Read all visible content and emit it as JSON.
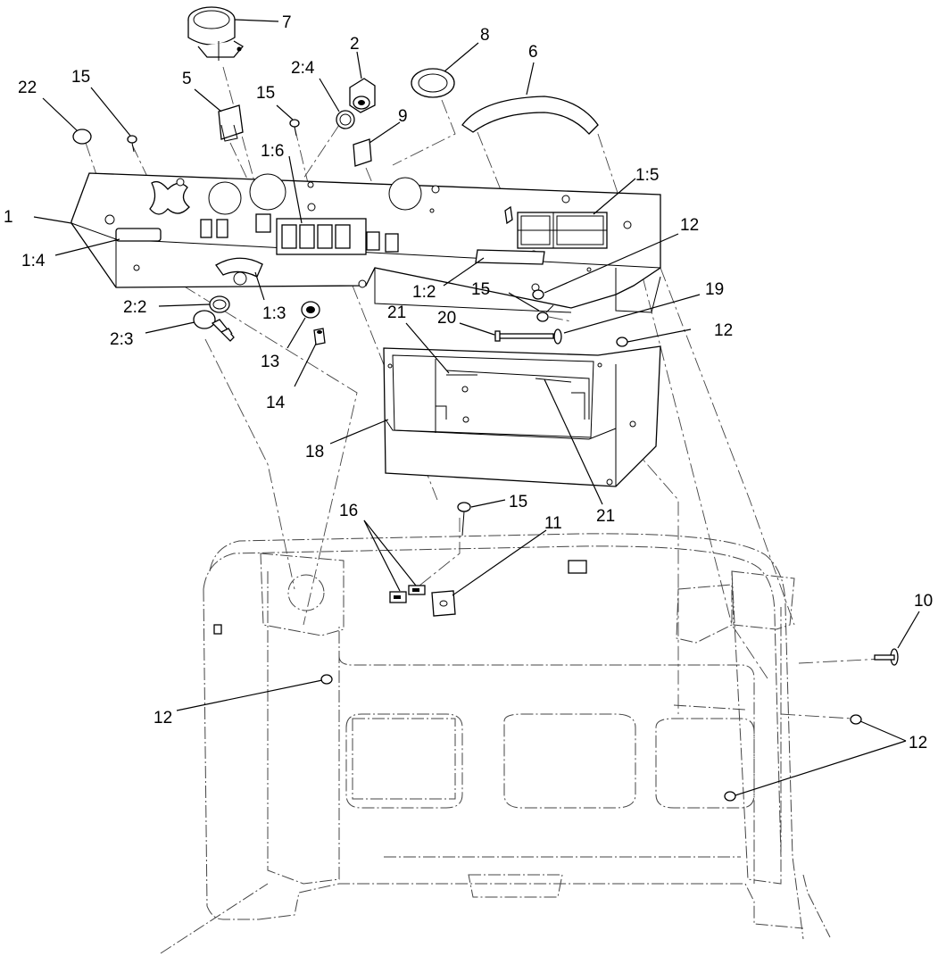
{
  "callouts": {
    "c1": "1",
    "c1_2": "1:2",
    "c1_3": "1:3",
    "c1_4": "1:4",
    "c1_5": "1:5",
    "c1_6": "1:6",
    "c2": "2",
    "c2_2": "2:2",
    "c2_3": "2:3",
    "c2_4": "2:4",
    "c5": "5",
    "c6": "6",
    "c7": "7",
    "c8": "8",
    "c9": "9",
    "c10": "10",
    "c11": "11",
    "c12a": "12",
    "c12b": "12",
    "c12c": "12",
    "c12d": "12",
    "c13": "13",
    "c14": "14",
    "c15a": "15",
    "c15b": "15",
    "c15c": "15",
    "c15d": "15",
    "c16": "16",
    "c18": "18",
    "c19": "19",
    "c20": "20",
    "c21a": "21",
    "c21b": "21",
    "c22": "22"
  },
  "colors": {
    "line": "#000000",
    "phantom": "#444444",
    "background": "#ffffff"
  }
}
